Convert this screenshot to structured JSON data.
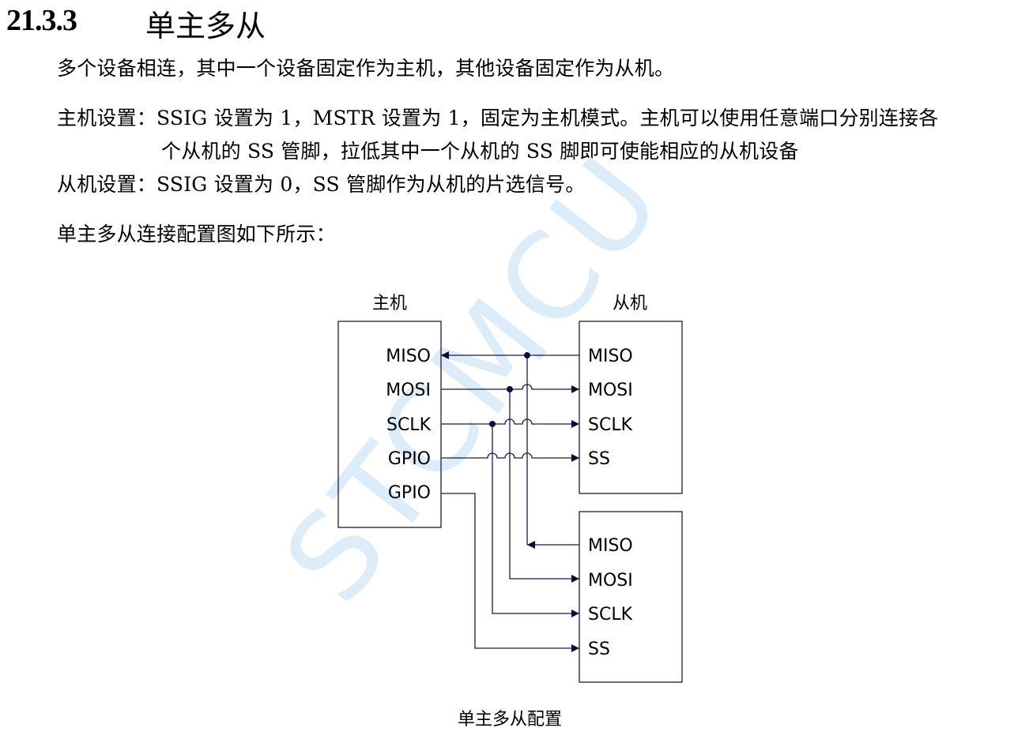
{
  "heading": {
    "number": "21.3.3",
    "title": "单主多从"
  },
  "paragraphs": {
    "intro": "多个设备相连，其中一个设备固定作为主机，其他设备固定作为从机。",
    "master_line1": "主机设置：SSIG 设置为 1，MSTR 设置为 1，固定为主机模式。主机可以使用任意端口分别连接各",
    "master_line2": "个从机的 SS 管脚，拉低其中一个从机的 SS 脚即可使能相应的从机设备",
    "slave": "从机设置：SSIG 设置为 0，SS 管脚作为从机的片选信号。",
    "diagram_intro": "单主多从连接配置图如下所示："
  },
  "watermark": "STCMCU",
  "diagram": {
    "master_title": "主机",
    "slave_title": "从机",
    "master_pins": [
      "MISO",
      "MOSI",
      "SCLK",
      "GPIO",
      "GPIO"
    ],
    "slave1_pins": [
      "MISO",
      "MOSI",
      "SCLK",
      "SS"
    ],
    "slave2_pins": [
      "MISO",
      "MOSI",
      "SCLK",
      "SS"
    ],
    "caption": "单主多从配置"
  }
}
